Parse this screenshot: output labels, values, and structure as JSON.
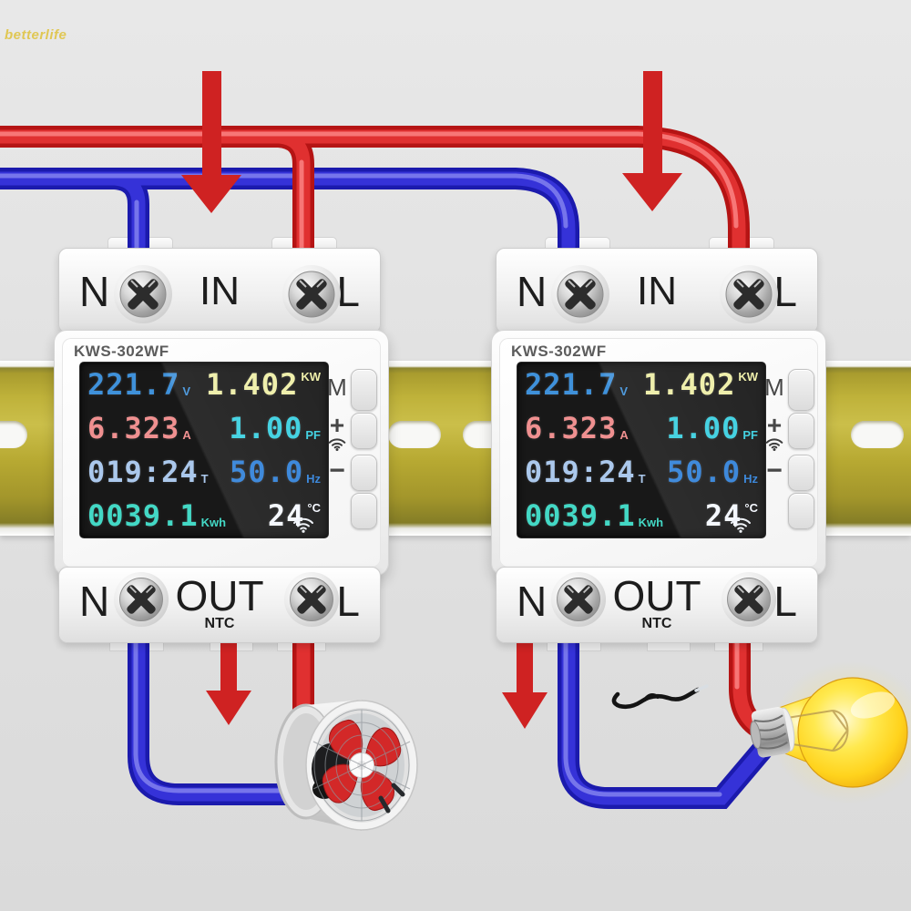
{
  "watermark": "betterlife",
  "colors": {
    "live_wire_red": "#d42222",
    "neutral_wire_blue": "#2b28c8",
    "arrow_red": "#cf2222",
    "din_rail_gold": "#b7a932",
    "display_background": "#181818"
  },
  "meters": [
    {
      "model": "KWS-302WF",
      "top_terminals": {
        "left": "N",
        "center": "IN",
        "right": "L"
      },
      "bottom_terminals": {
        "left": "N",
        "center": "OUT",
        "note": "NTC",
        "right": "L"
      },
      "buttons": [
        {
          "label": "M"
        },
        {
          "label": "+"
        },
        {
          "label": "−"
        },
        {
          "label": ""
        }
      ],
      "display": {
        "rows": [
          {
            "left": {
              "value": "221.7",
              "unit": "V",
              "color": "#3f91da"
            },
            "right": {
              "value": "1.402",
              "unit": "KW",
              "color": "#eeeea6"
            }
          },
          {
            "left": {
              "value": "6.323",
              "unit": "A",
              "color": "#ef9090"
            },
            "right": {
              "value": "1.00",
              "unit": "PF",
              "color": "#38cfe0"
            }
          },
          {
            "left": {
              "value": "019:24",
              "unit": "T",
              "color": "#abc8ec"
            },
            "right": {
              "value": "50.0",
              "unit": "Hz",
              "color": "#2f80d8"
            }
          },
          {
            "left": {
              "value": "0039.1",
              "unit": "Kwh",
              "color": "#43d8c5"
            },
            "right": {
              "value": "24",
              "unit": "°C",
              "color": "#f4f8ff"
            }
          }
        ]
      }
    },
    {
      "model": "KWS-302WF",
      "top_terminals": {
        "left": "N",
        "center": "IN",
        "right": "L"
      },
      "bottom_terminals": {
        "left": "N",
        "center": "OUT",
        "note": "NTC",
        "right": "L"
      },
      "buttons": [
        {
          "label": "M"
        },
        {
          "label": "+"
        },
        {
          "label": "−"
        },
        {
          "label": ""
        }
      ],
      "display": {
        "rows": [
          {
            "left": {
              "value": "221.7",
              "unit": "V",
              "color": "#3f91da"
            },
            "right": {
              "value": "1.402",
              "unit": "KW",
              "color": "#eeeea6"
            }
          },
          {
            "left": {
              "value": "6.323",
              "unit": "A",
              "color": "#ef9090"
            },
            "right": {
              "value": "1.00",
              "unit": "PF",
              "color": "#38cfe0"
            }
          },
          {
            "left": {
              "value": "019:24",
              "unit": "T",
              "color": "#abc8ec"
            },
            "right": {
              "value": "50.0",
              "unit": "Hz",
              "color": "#2f80d8"
            }
          },
          {
            "left": {
              "value": "0039.1",
              "unit": "Kwh",
              "color": "#43d8c5"
            },
            "right": {
              "value": "24",
              "unit": "°C",
              "color": "#f4f8ff"
            }
          }
        ]
      }
    }
  ]
}
